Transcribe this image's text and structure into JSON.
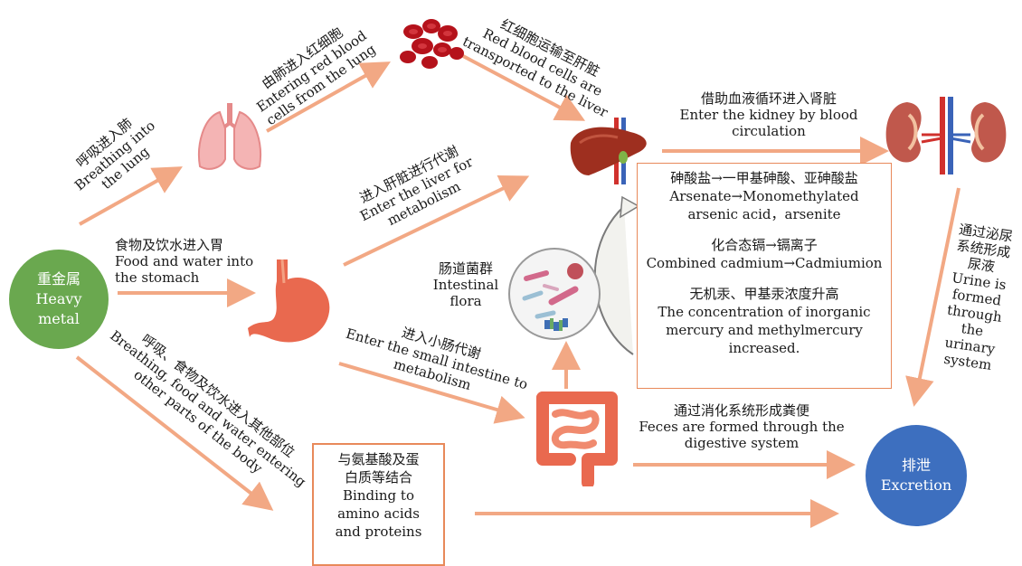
{
  "heavy_metal": {
    "zh": "重金属",
    "en_line1": "Heavy",
    "en_line2": "metal"
  },
  "excretion": {
    "zh": "排泄",
    "en": "Excretion"
  },
  "labels": {
    "breathing_lung": {
      "zh": "呼吸进入肺",
      "en1": "Breathing into",
      "en2": "the lung"
    },
    "lung_rbc": {
      "zh": "由肺进入红细胞",
      "en1": "Entering red blood",
      "en2": "cells from the lung"
    },
    "rbc_liver": {
      "zh": "红细胞运输至肝脏",
      "en1": "Red blood cells are",
      "en2": "transported to the liver"
    },
    "kidney": {
      "zh": "借助血液循环进入肾脏",
      "en1": "Enter the kidney by blood",
      "en2": "circulation"
    },
    "food_stomach": {
      "zh": "食物及饮水进入胃",
      "en1": "Food and water into",
      "en2": "the stomach"
    },
    "liver_metab": {
      "zh": "进入肝脏进行代谢",
      "en1": "Enter the liver for",
      "en2": "metabolism"
    },
    "flora": {
      "zh": "肠道菌群",
      "en1": "Intestinal",
      "en2": "flora"
    },
    "small_intestine": {
      "zh": "进入小肠代谢",
      "en1": "Enter the small intestine to",
      "en2": "metabolism"
    },
    "other_parts": {
      "zh": "呼吸、食物及饮水进入其他部位",
      "en1": "Breathing, food and water entering",
      "en2": "other parts of the body"
    },
    "feces": {
      "zh": "通过消化系统形成粪便",
      "en1": "Feces are formed through the",
      "en2": "digestive system"
    },
    "urine": {
      "zh1": "通过泌尿",
      "zh2": "系统形成",
      "zh3": "尿液",
      "en1": "Urine is",
      "en2": "formed",
      "en3": "through",
      "en4": "the",
      "en5": "urinary",
      "en6": "system"
    }
  },
  "metab_box": {
    "l1": "砷酸盐→一甲基砷酸、亚砷酸盐",
    "l2": "Arsenate→Monomethylated",
    "l3": "arsenic acid，arsenite",
    "l4": "化合态镉→镉离子",
    "l5": "Combined cadmium→Cadmiumion",
    "l6": "无机汞、甲基汞浓度升高",
    "l7": "The concentration of inorganic",
    "l8": "mercury and methylmercury",
    "l9": "increased."
  },
  "binding_box": {
    "l1": "与氨基酸及蛋",
    "l2": "白质等结合",
    "l3": "Binding to",
    "l4": "amino acids",
    "l5": "and proteins"
  },
  "colors": {
    "arrow": "#f2a884",
    "box_border": "#e8895a",
    "heavy_metal": "#6aa84f",
    "excretion": "#3d6fbf",
    "organ_red": "#e0584d",
    "liver": "#9e2f1f"
  }
}
